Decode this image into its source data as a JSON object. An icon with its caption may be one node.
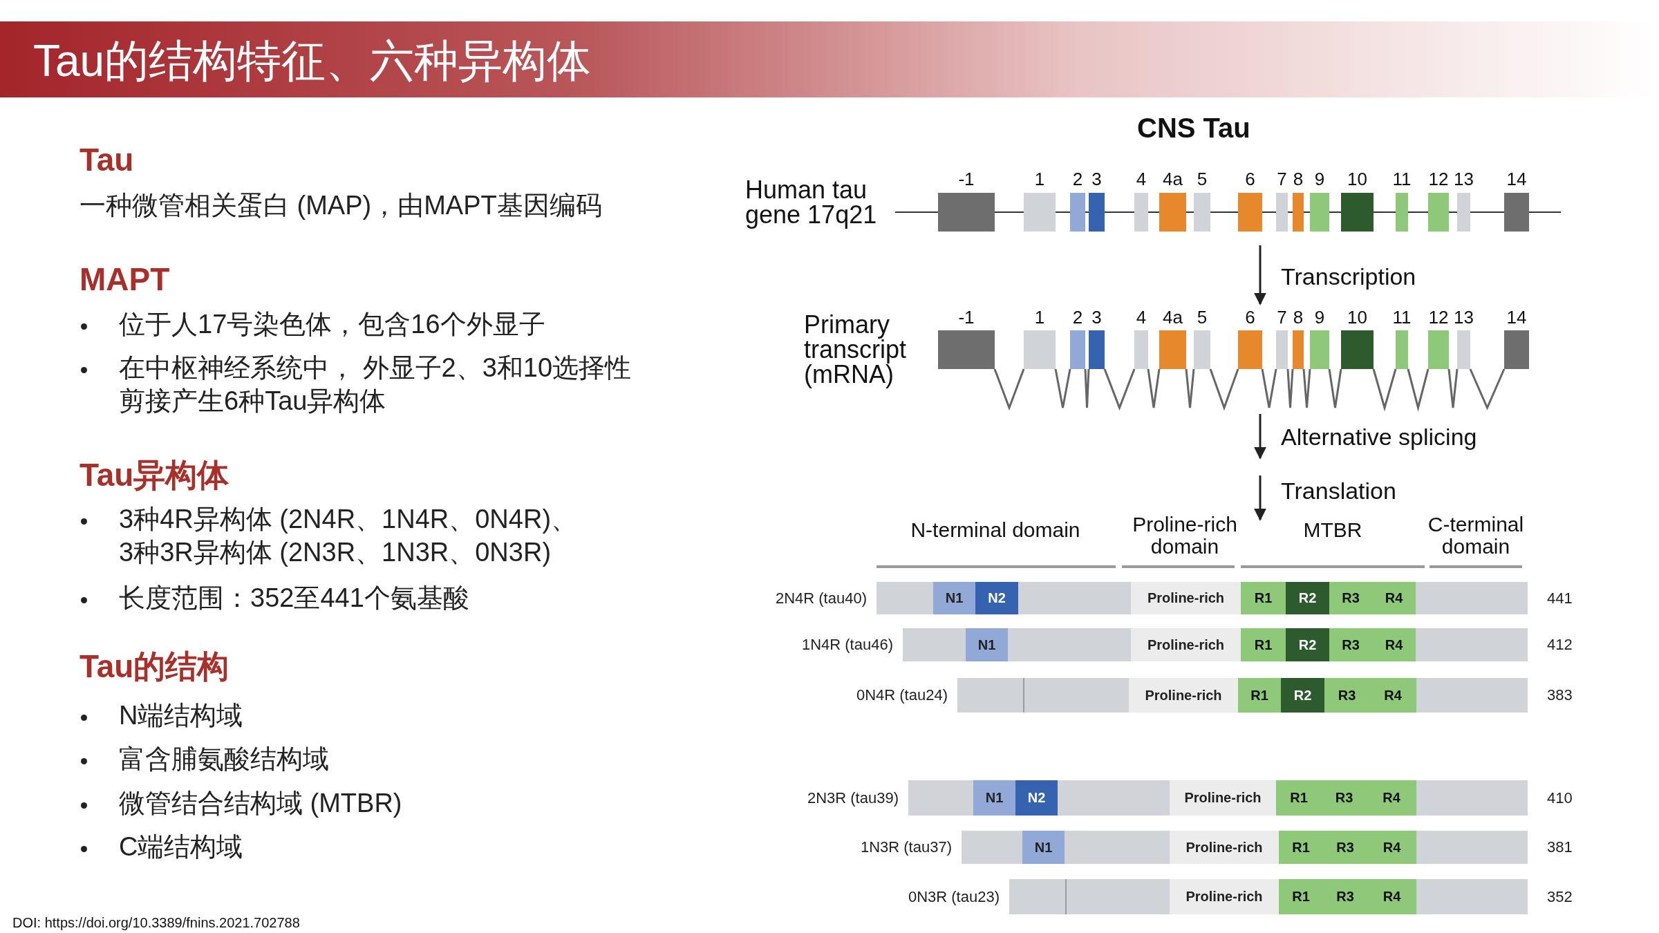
{
  "diagram": {
    "title": "Tau的结构特征、六种异构体",
    "nodes": [
      {
        "text": [],
        "shape": "bar",
        "beside": [
          "2N4R (tau40)",
          "441"
        ]
      },
      {
        "text": [
          "N1"
        ],
        "in": 0
      },
      {
        "text": [
          "N2"
        ],
        "in": 0
      },
      {
        "text": [
          "Proline-rich"
        ],
        "in": 0
      },
      {
        "text": [
          "R1"
        ],
        "in": 0
      },
      {
        "text": [
          "R2"
        ],
        "in": 0
      },
      {
        "text": [
          "R3"
        ],
        "in": 0
      },
      {
        "text": [
          "R4"
        ],
        "in": 0
      },
      {
        "text": [],
        "shape": "bar",
        "beside": [
          "1N4R (tau46)",
          "412"
        ]
      },
      {
        "text": [
          "N1"
        ],
        "in": 8
      },
      {
        "text": [
          "Proline-rich"
        ],
        "in": 8
      },
      {
        "text": [
          "R1"
        ],
        "in": 8
      },
      {
        "text": [
          "R2"
        ],
        "in": 8
      },
      {
        "text": [
          "R3"
        ],
        "in": 8
      },
      {
        "text": [
          "R4"
        ],
        "in": 8
      },
      {
        "text": [],
        "shape": "bar",
        "beside": [
          "0N4R (tau24)",
          "383"
        ]
      },
      {
        "text": [
          "Proline-rich"
        ],
        "in": 15
      },
      {
        "text": [
          "R1"
        ],
        "in": 15
      },
      {
        "text": [
          "R2"
        ],
        "in": 15
      },
      {
        "text": [
          "R3"
        ],
        "in": 15
      },
      {
        "text": [
          "R4"
        ],
        "in": 15
      },
      {
        "text": [],
        "shape": "bar",
        "beside": [
          "2N3R (tau39)",
          "410"
        ]
      },
      {
        "text": [
          "N1"
        ],
        "in": 21
      },
      {
        "text": [
          "N2"
        ],
        "in": 21
      },
      {
        "text": [
          "Proline-rich"
        ],
        "in": 21
      },
      {
        "text": [
          "R1"
        ],
        "in": 21
      },
      {
        "text": [
          "R3"
        ],
        "in": 21
      },
      {
        "text": [
          "R4"
        ],
        "in": 21
      },
      {
        "text": [],
        "shape": "bar",
        "beside": [
          "1N3R (tau37)",
          "381"
        ]
      },
      {
        "text": [
          "N1"
        ],
        "in": 28
      },
      {
        "text": [
          "Proline-rich"
        ],
        "in": 28
      },
      {
        "text": [
          "R1"
        ],
        "in": 28
      },
      {
        "text": [
          "R3"
        ],
        "in": 28
      },
      {
        "text": [
          "R4"
        ],
        "in": 28
      },
      {
        "text": [],
        "shape": "bar",
        "beside": [
          "0N3R (tau23)",
          "352"
        ]
      },
      {
        "text": [
          "Proline-rich"
        ],
        "in": 34
      },
      {
        "text": [
          "R1"
        ],
        "in": 34
      },
      {
        "text": [
          "R3"
        ],
        "in": 34
      },
      {
        "text": [
          "R4"
        ],
        "in": 34
      }
    ],
    "labels": [
      "Tau",
      "一种微管相关蛋白 (MAP)，由MAPT基因编码",
      "MAPT",
      "位于人17号染色体，包含16个外显子",
      "在中枢神经系统中， 外显子2、3和10选择性剪接产生6种Tau异构体",
      "Tau异构体",
      "3种4R异构体 (2N4R、1N4R、0N4R)、3种3R异构体 (2N3R、1N3R、0N3R)",
      "长度范围：352至441个氨基酸",
      "Tau的结构",
      "N端结构域",
      "富含脯氨酸结构域",
      "微管结合结构域 (MTBR)",
      "C端结构域",
      "CNS Tau",
      "Human tau gene 17q21",
      "-1",
      "1",
      "2",
      "3",
      "4",
      "4a",
      "5",
      "6",
      "7",
      "8",
      "9",
      "10",
      "11",
      "12",
      "13",
      "14",
      "Transcription",
      "Primary transcript (mRNA)",
      "-1",
      "1",
      "2",
      "3",
      "4",
      "4a",
      "5",
      "6",
      "7",
      "8",
      "9",
      "10",
      "11",
      "12",
      "13",
      "14",
      "Alternative splicing",
      "Translation",
      "N-terminal domain",
      "Proline-rich domain",
      "MTBR",
      "C-terminal domain",
      "DOI: https://doi.org/10.3389/fnins.2021.702788"
    ]
  }
}
